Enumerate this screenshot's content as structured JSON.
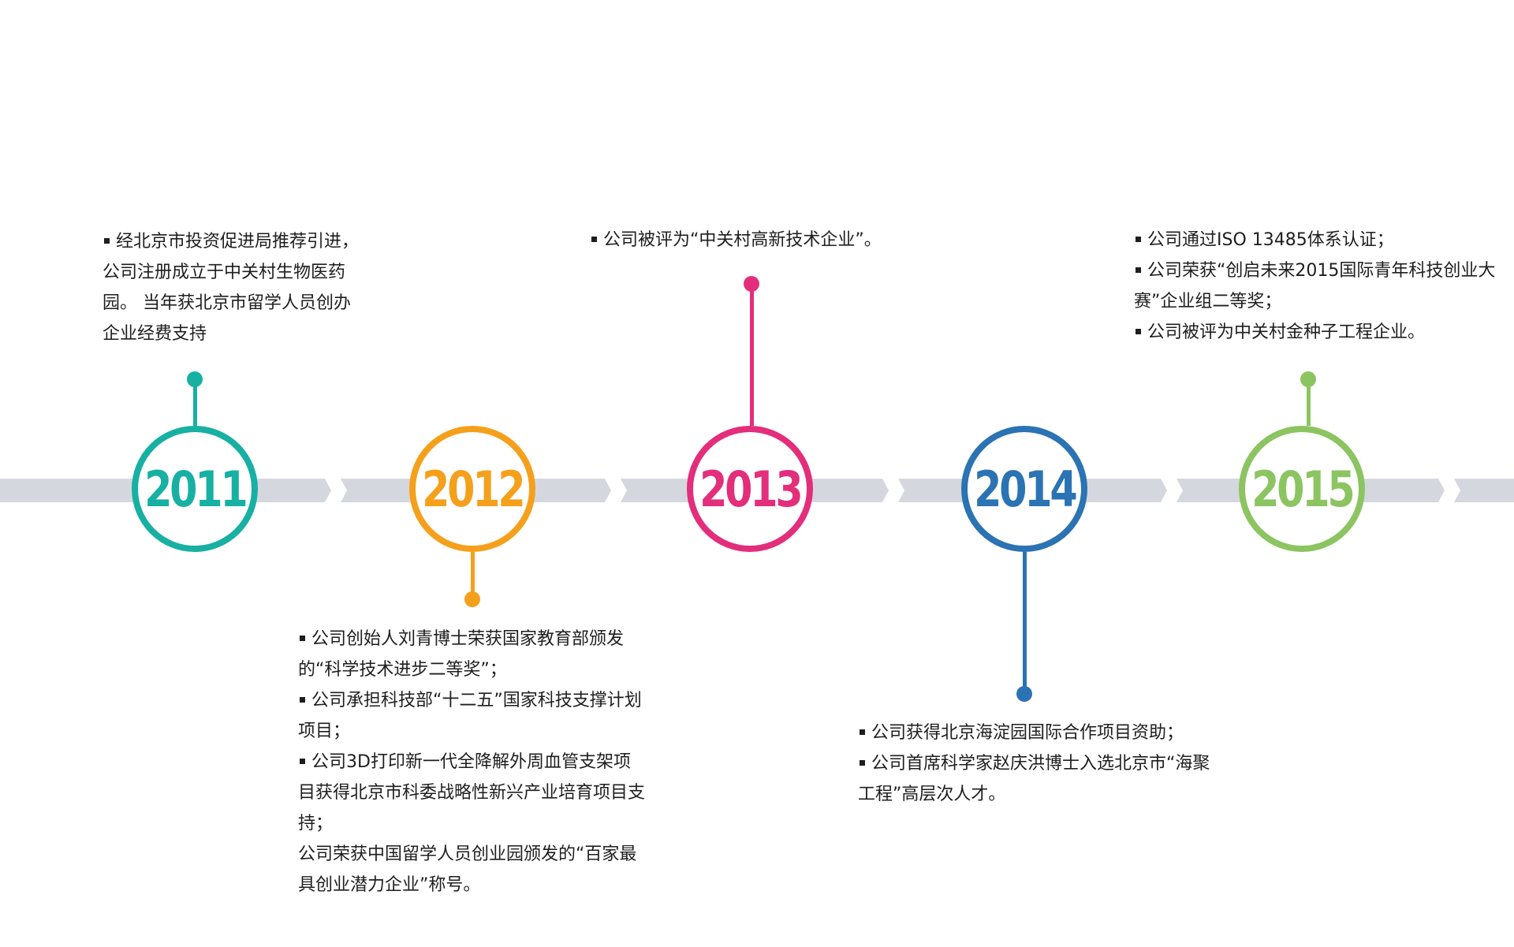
{
  "colors": {
    "band": "#d4d8de",
    "y2011": "#17b0a3",
    "y2012": "#f5a01c",
    "y2013": "#e32e7b",
    "y2014": "#2b73b3",
    "y2015": "#8cc461"
  },
  "milestones": [
    {
      "year": "2011",
      "items": [
        "经北京市投资促进局推荐引进， 公司注册成立于中关村生物医药园。 当年获北京市留学人员创办企业经费支持"
      ]
    },
    {
      "year": "2012",
      "items": [
        "公司创始人刘青博士荣获国家教育部颁发的“科学技术进步二等奖”；",
        "公司承担科技部“十二五”国家科技支撑计划项目；",
        "公司3D打印新一代全降解外周血管支架项目获得北京市科委战略性新兴产业培育项目支持；",
        "公司荣获中国留学人员创业园颁发的“百家最具创业潜力企业”称号。"
      ]
    },
    {
      "year": "2013",
      "items": [
        "公司被评为“中关村高新技术企业”。"
      ]
    },
    {
      "year": "2014",
      "items": [
        "公司获得北京海淀园国际合作项目资助；",
        "公司首席科学家赵庆洪博士入选北京市“海聚工程”高层次人才。"
      ]
    },
    {
      "year": "2015",
      "items": [
        "公司通过ISO 13485体系认证；",
        "公司荣获“创启未来2015国际青年科技创业大赛”企业组二等奖；",
        "公司被评为中关村金种子工程企业。"
      ]
    }
  ]
}
